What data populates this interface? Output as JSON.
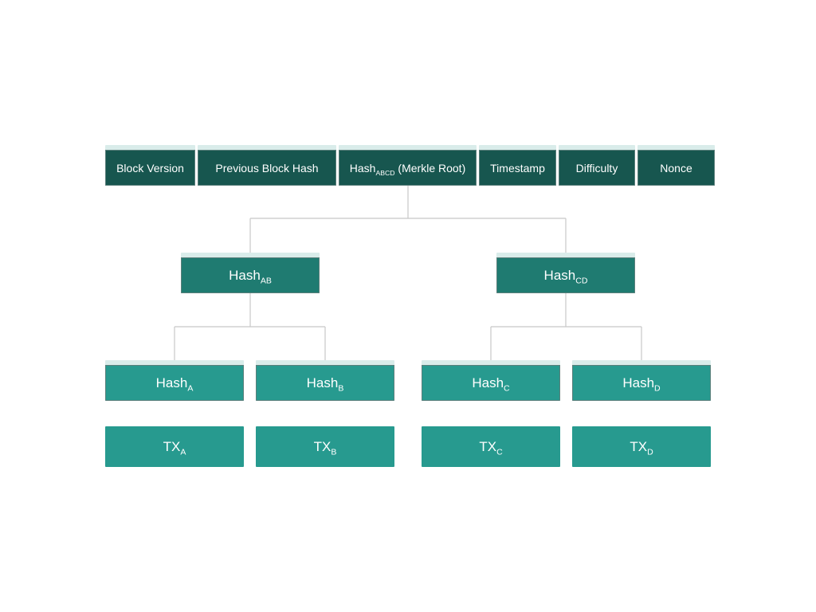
{
  "block_header": {
    "fields": [
      {
        "label": "Block Version"
      },
      {
        "label": "Previous Block Hash"
      },
      {
        "label": "Hash",
        "sub": "ABCD",
        "suffix": " (Merkle Root)"
      },
      {
        "label": "Timestamp"
      },
      {
        "label": "Difficulty"
      },
      {
        "label": "Nonce"
      }
    ]
  },
  "merkle_tree": {
    "level1": [
      {
        "label": "Hash",
        "sub": "AB"
      },
      {
        "label": "Hash",
        "sub": "CD"
      }
    ],
    "leaves": [
      {
        "label": "Hash",
        "sub": "A"
      },
      {
        "label": "Hash",
        "sub": "B"
      },
      {
        "label": "Hash",
        "sub": "C"
      },
      {
        "label": "Hash",
        "sub": "D"
      }
    ],
    "transactions": [
      {
        "label": "TX",
        "sub": "A"
      },
      {
        "label": "TX",
        "sub": "B"
      },
      {
        "label": "TX",
        "sub": "C"
      },
      {
        "label": "TX",
        "sub": "D"
      }
    ]
  },
  "colors": {
    "header": "#17564f",
    "level1": "#1f7b71",
    "leaf": "#279a8f",
    "connector": "#c8c8c8"
  }
}
